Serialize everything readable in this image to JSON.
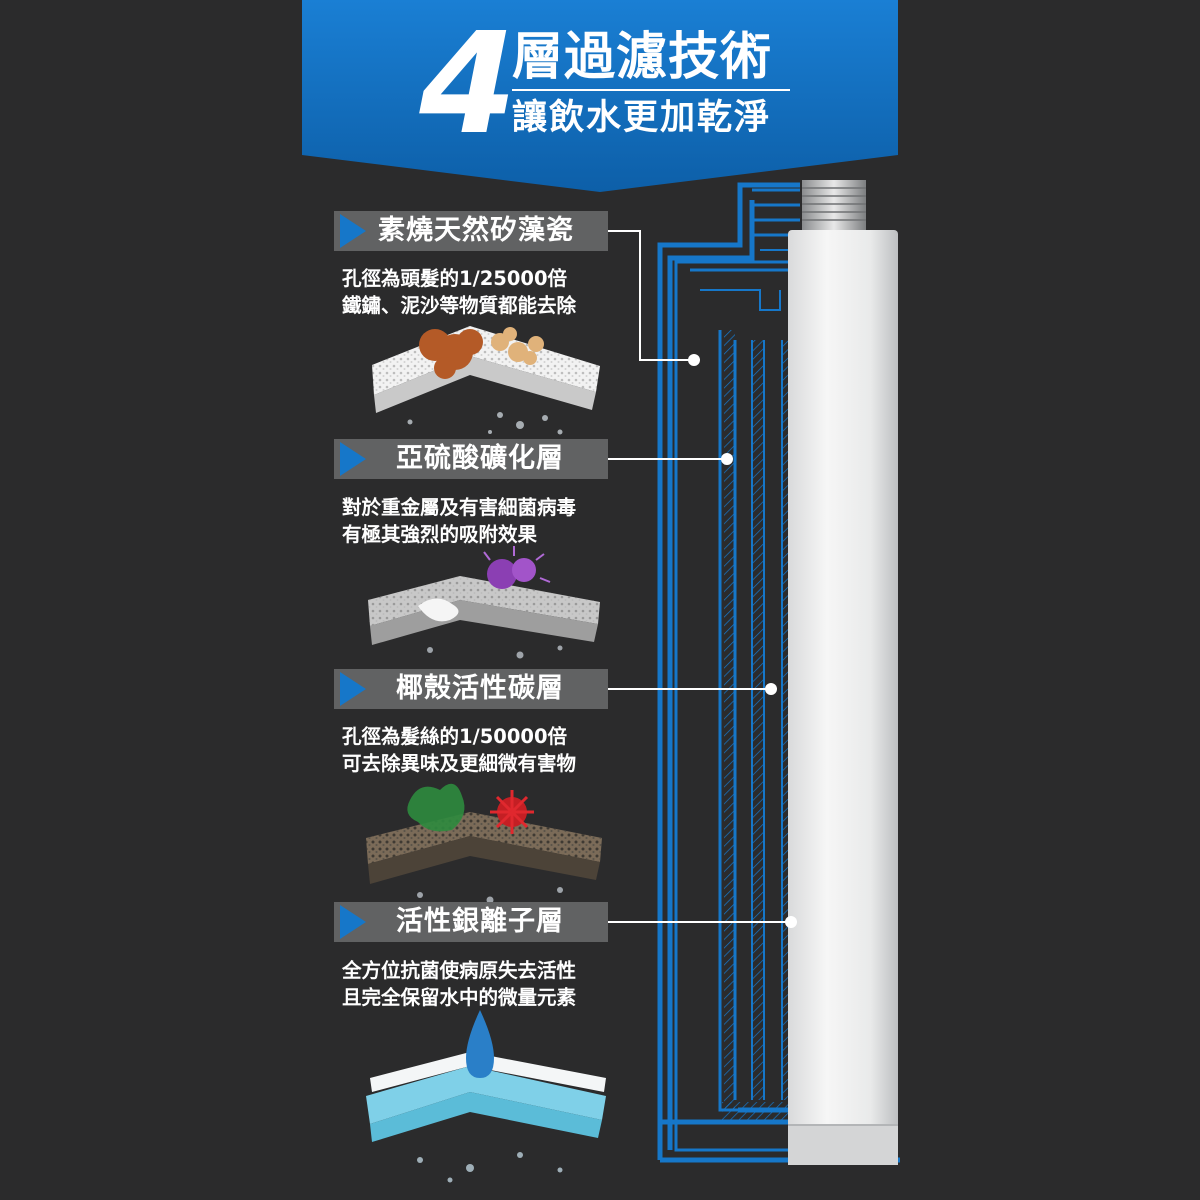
{
  "header": {
    "number": "4",
    "title": "層過濾技術",
    "subtitle": "讓飲水更加乾淨"
  },
  "layers": [
    {
      "label": "素燒天然矽藻瓷",
      "desc": [
        "孔徑為頭髮的1/25000倍",
        "鐵鏽、泥沙等物質都能去除"
      ]
    },
    {
      "label": "亞硫酸礦化層",
      "desc": [
        "對於重金屬及有害細菌病毒",
        "有極其強烈的吸附效果"
      ]
    },
    {
      "label": "椰殼活性碳層",
      "desc": [
        "孔徑為髮絲的1/50000倍",
        "可去除異味及更細微有害物"
      ]
    },
    {
      "label": "活性銀離子層",
      "desc": [
        "全方位抗菌使病原失去活性",
        "且完全保留水中的微量元素"
      ]
    }
  ],
  "colors": {
    "background": "#2b2b2c",
    "accent_blue": "#1677c9",
    "label_gray": "#616263",
    "text": "#ffffff"
  }
}
